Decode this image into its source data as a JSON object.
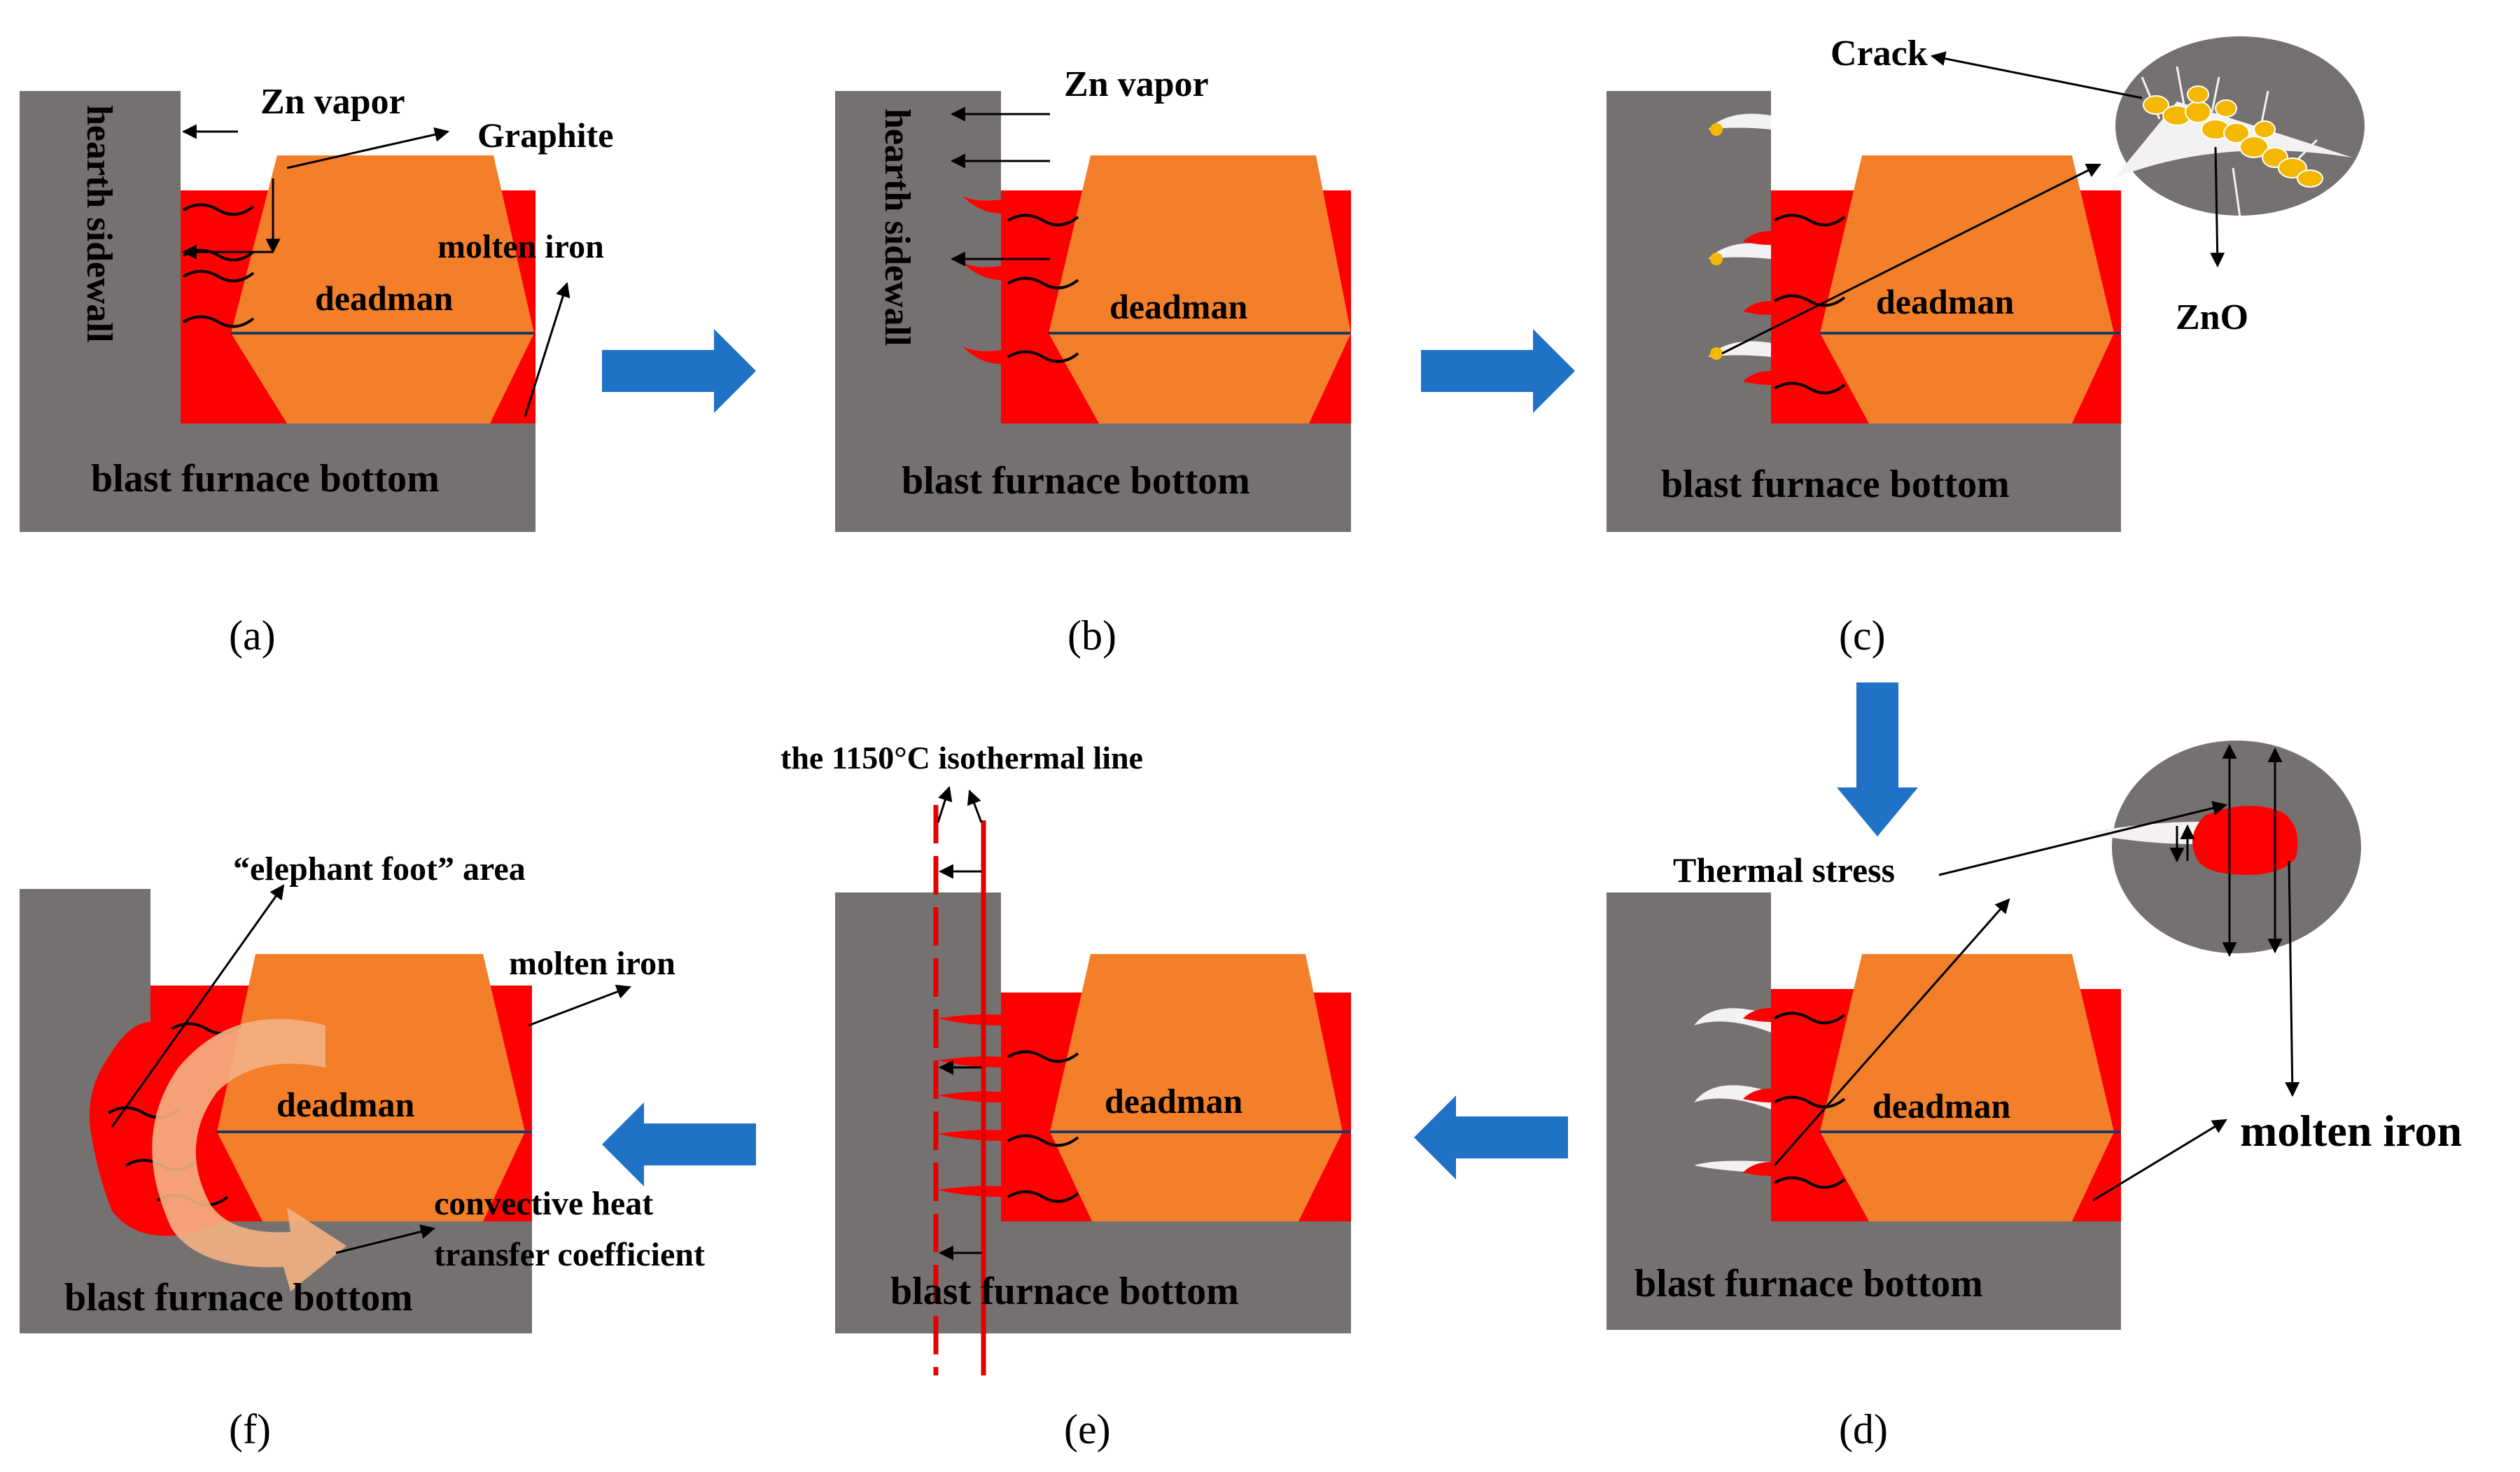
{
  "colors": {
    "wall": "#767171",
    "deadman": "#f47f2a",
    "molten": "#ff0000",
    "arrow_blue": "#1f72c6",
    "white_crack": "#f2f2f2",
    "zno": "#f5b800",
    "elephant_arrow": "#f4b183",
    "isotherm": "#c00000"
  },
  "panels": {
    "a": {
      "caption": "(a)",
      "wall_label": "hearth sidewall",
      "zn_vapor": "Zn vapor",
      "graphite": "Graphite",
      "molten_iron": "molten iron",
      "deadman": "deadman",
      "bottom": "blast furnace bottom"
    },
    "b": {
      "caption": "(b)",
      "wall_label": "hearth sidewall",
      "zn_vapor": "Zn vapor",
      "deadman": "deadman",
      "bottom": "blast furnace bottom"
    },
    "c": {
      "caption": "(c)",
      "crack": "Crack",
      "zno": "ZnO",
      "deadman": "deadman",
      "bottom": "blast furnace bottom"
    },
    "d": {
      "caption": "(d)",
      "thermal_stress": "Thermal stress",
      "molten_iron": "molten iron",
      "deadman": "deadman",
      "bottom": "blast furnace bottom"
    },
    "e": {
      "caption": "(e)",
      "isotherm": "the 1150°C isothermal line",
      "deadman": "deadman",
      "bottom": "blast furnace bottom"
    },
    "f": {
      "caption": "(f)",
      "elephant_foot": "“elephant foot” area",
      "molten_iron": "molten iron",
      "deadman": "deadman",
      "convective_1": "convective heat",
      "convective_2": "transfer coefficient",
      "bottom": "blast furnace bottom"
    }
  }
}
